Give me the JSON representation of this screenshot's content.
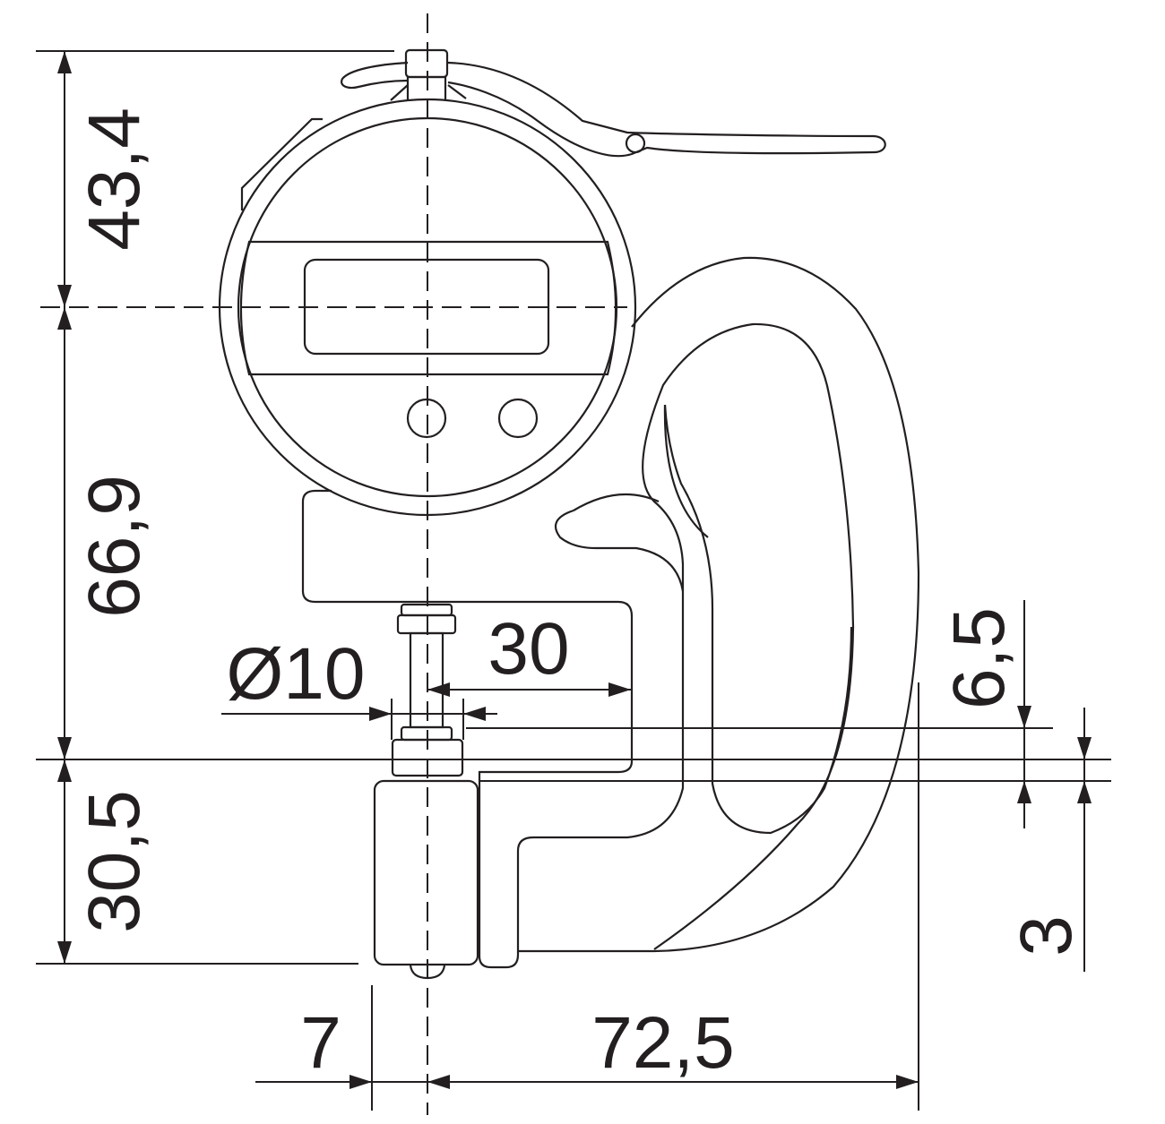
{
  "title": "Digital thickness gauge dimensional drawing",
  "dimensions": {
    "top_height": "43,4",
    "middle_height": "66,9",
    "bottom_height": "30,5",
    "throat_depth": "30",
    "contact_diameter": "Ø10",
    "contact_gap": "6,5",
    "anvil_offset": "3",
    "left_offset": "7",
    "overall_width": "72,5"
  },
  "colors": {
    "line": "#231f20",
    "background": "#ffffff"
  }
}
